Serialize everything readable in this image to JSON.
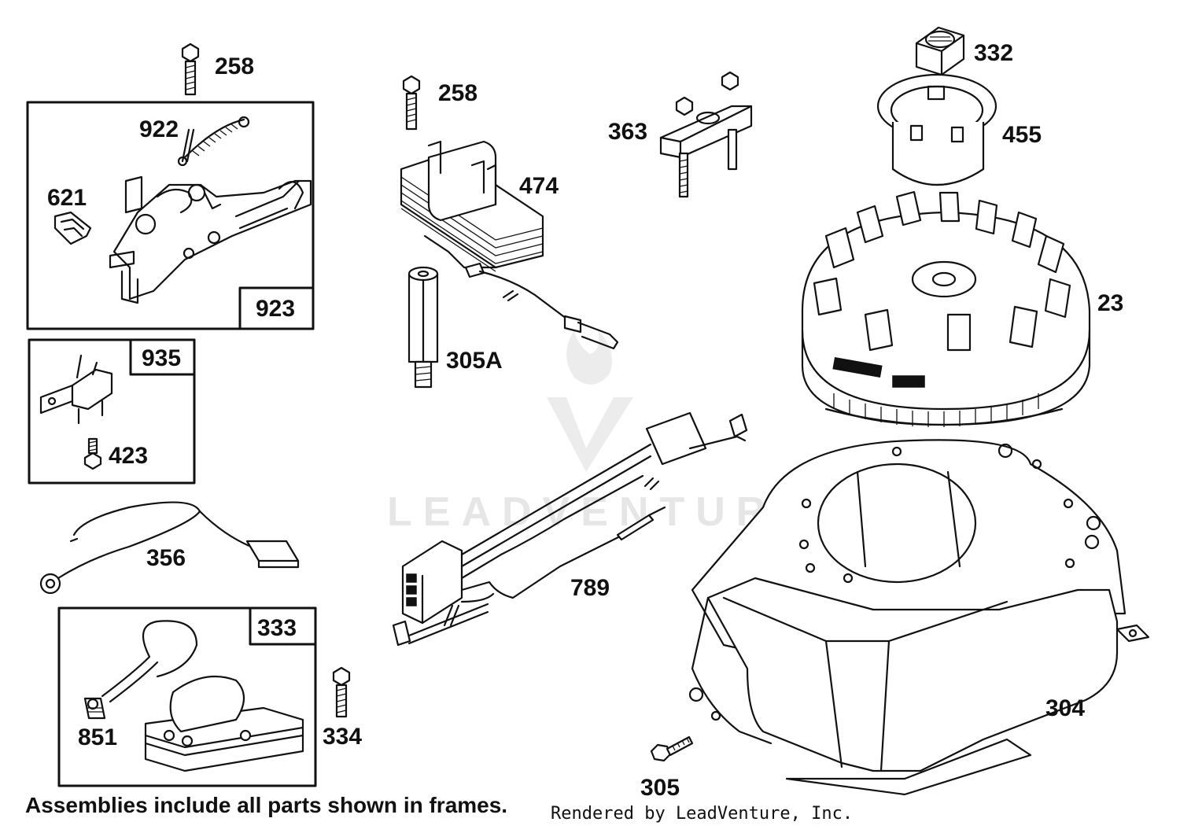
{
  "parts": {
    "p258a": "258",
    "p258b": "258",
    "p922": "922",
    "p621": "621",
    "p923": "923",
    "p935": "935",
    "p423": "423",
    "p356": "356",
    "p333": "333",
    "p851": "851",
    "p334": "334",
    "p474": "474",
    "p305a": "305A",
    "p363": "363",
    "p332": "332",
    "p455": "455",
    "p23": "23",
    "p789": "789",
    "p304": "304",
    "p305": "305"
  },
  "watermark": {
    "brand": "LEADVENTURE"
  },
  "footer": {
    "note": "Assemblies include all parts shown in frames.",
    "credit": "Rendered by LeadVenture, Inc."
  }
}
